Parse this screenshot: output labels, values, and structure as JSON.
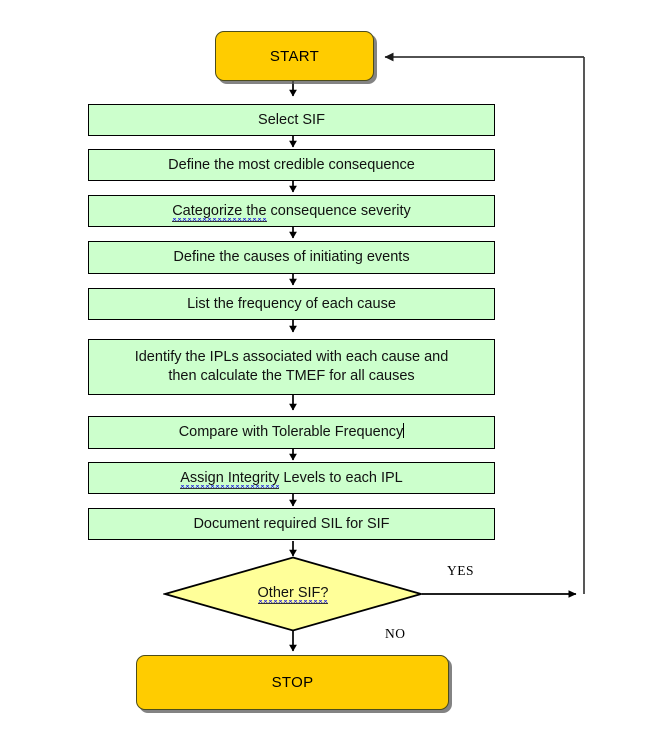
{
  "diagram": {
    "title": "SIL Determination Flowchart",
    "colors": {
      "terminator_fill": "#ffcc00",
      "process_fill": "#ccffcc",
      "decision_fill": "#ffff99",
      "stroke": "#000000",
      "spellcheck_underline": "#2222dd",
      "background": "#ffffff"
    },
    "nodes": {
      "start": {
        "type": "terminator",
        "label": "START"
      },
      "step1": {
        "type": "process",
        "label": "Select SIF"
      },
      "step2": {
        "type": "process",
        "label": "Define the most credible consequence"
      },
      "step3": {
        "type": "process",
        "label": "Categorize the consequence severity",
        "spellcheck_prefix": "Categorize  the",
        "rest": " consequence severity"
      },
      "step4": {
        "type": "process",
        "label": "Define the causes of initiating events"
      },
      "step5": {
        "type": "process",
        "label": "List the frequency of each cause"
      },
      "step6": {
        "type": "process",
        "label": "Identify the IPLs associated with each cause and\nthen calculate the TMEF for all causes",
        "line1": "Identify the IPLs associated with each cause and",
        "line2": "then calculate the TMEF for all causes"
      },
      "step7": {
        "type": "process",
        "label": "Compare with Tolerable Frequency",
        "has_text_caret": true
      },
      "step8": {
        "type": "process",
        "label": "Assign Integrity Levels to each IPL",
        "spellcheck_prefix": "Assign  Integrity",
        "rest": " Levels to each IPL"
      },
      "step9": {
        "type": "process",
        "label": "Document required SIL for SIF"
      },
      "decision": {
        "type": "decision",
        "label": "Other SIF?",
        "spellcheck_prefix": "Other  SIF?",
        "rest": ""
      },
      "stop": {
        "type": "terminator",
        "label": "STOP"
      }
    },
    "edge_labels": {
      "yes": "YES",
      "no": "NO"
    }
  }
}
